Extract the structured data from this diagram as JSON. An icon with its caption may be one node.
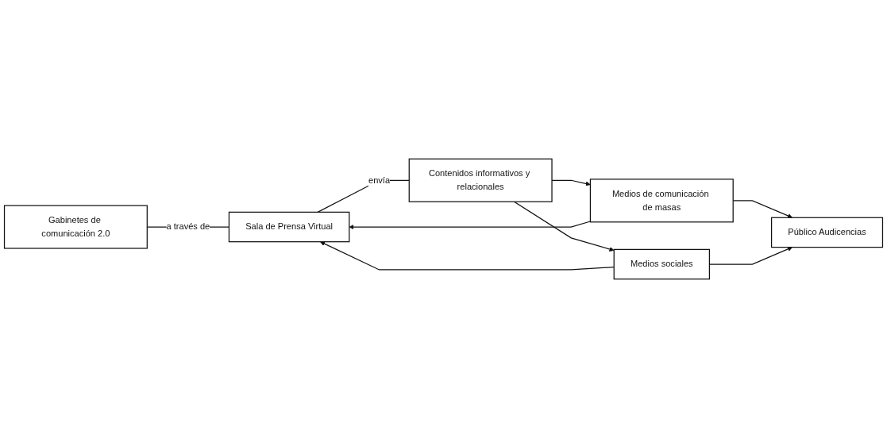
{
  "diagram": {
    "nodes": [
      {
        "text": [
          "Gabinetes de comunicación 2.0"
        ]
      },
      {
        "text": [
          "Sala de Prensa Virtual"
        ]
      },
      {
        "text": [
          "Contenidos informativos y relacionales"
        ]
      },
      {
        "text": [
          "Medios de comunicación de masas"
        ]
      },
      {
        "text": [
          "Medios sociales"
        ]
      },
      {
        "text": [
          "Público Audicencias"
        ]
      }
    ],
    "edges": [
      {
        "from": 0,
        "to": 1,
        "arrow": "none",
        "label": "a través de"
      },
      {
        "from": 1,
        "to": 2,
        "arrow": "none",
        "label": "envía"
      },
      {
        "from": 2,
        "to": 3,
        "arrow": "to"
      },
      {
        "from": 2,
        "to": 4,
        "arrow": "to"
      },
      {
        "from": 3,
        "to": 1,
        "arrow": "to"
      },
      {
        "from": 4,
        "to": 1,
        "arrow": "to"
      },
      {
        "from": 3,
        "to": 5,
        "arrow": "to"
      },
      {
        "from": 4,
        "to": 5,
        "arrow": "to"
      }
    ]
  }
}
